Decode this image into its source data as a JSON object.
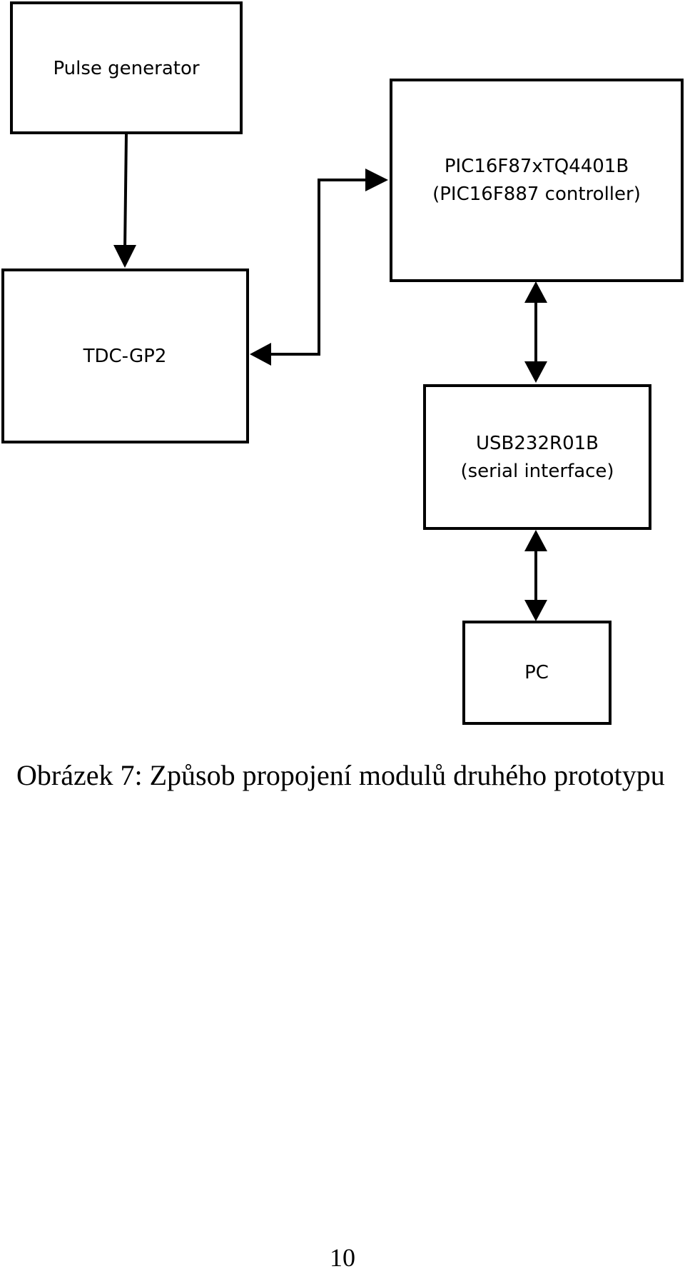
{
  "diagram": {
    "colors": {
      "stroke": "#000000",
      "fill": "#ffffff"
    },
    "nodes": {
      "pulse_generator": {
        "lines": [
          "Pulse generator"
        ]
      },
      "pic_controller": {
        "lines": [
          "PIC16F87xTQ4401B",
          "(PIC16F887 controller)"
        ]
      },
      "tdc": {
        "lines": [
          "TDC-GP2"
        ]
      },
      "usb_serial": {
        "lines": [
          "USB232R01B",
          "(serial interface)"
        ]
      },
      "pc": {
        "lines": [
          "PC"
        ]
      }
    },
    "edges": [
      {
        "from": "pulse_generator",
        "to": "tdc",
        "direction": "one-way"
      },
      {
        "from": "tdc",
        "to": "pic_controller",
        "direction": "bidirectional"
      },
      {
        "from": "pic_controller",
        "to": "usb_serial",
        "direction": "bidirectional"
      },
      {
        "from": "usb_serial",
        "to": "pc",
        "direction": "bidirectional"
      }
    ]
  },
  "caption": "Obrázek 7: Způsob propojení modulů druhého prototypu",
  "page_number": "10"
}
